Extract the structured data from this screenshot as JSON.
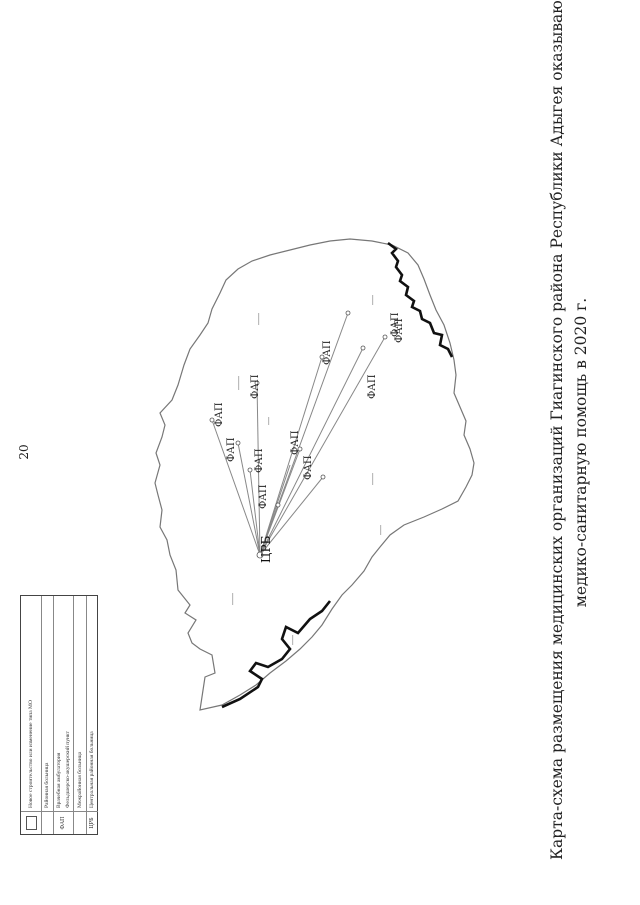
{
  "page_number": "20",
  "title": {
    "line1": "Карта-схема размещения медицинских организаций Гиагинского района Республики Адыгея оказывающих первичную",
    "line2": "медико-санитарную помощь в 2020 г."
  },
  "map": {
    "center_label": "ЦРБ",
    "node_labels": [
      "ФАП",
      "ФАП",
      "ФАП",
      "ФАП",
      "ФАП",
      "ФАП",
      "ФАП",
      "ФАП",
      "ФАП",
      "ФАП",
      "ФАП"
    ]
  },
  "legend": {
    "rows": [
      {
        "symbol": "",
        "texts": [
          "Новое строительство или изменение типа МО"
        ]
      },
      {
        "symbol": "",
        "texts": [
          "Районная больница"
        ]
      },
      {
        "symbol": "ФАП",
        "texts": [
          "Врачебная амбулатория",
          "Фельдшерско-акушерский пункт"
        ]
      },
      {
        "symbol": "",
        "texts": [
          "Межрайонная больница"
        ]
      },
      {
        "symbol": "ЦРБ",
        "texts": [
          "Центральная районная больница"
        ]
      }
    ]
  }
}
